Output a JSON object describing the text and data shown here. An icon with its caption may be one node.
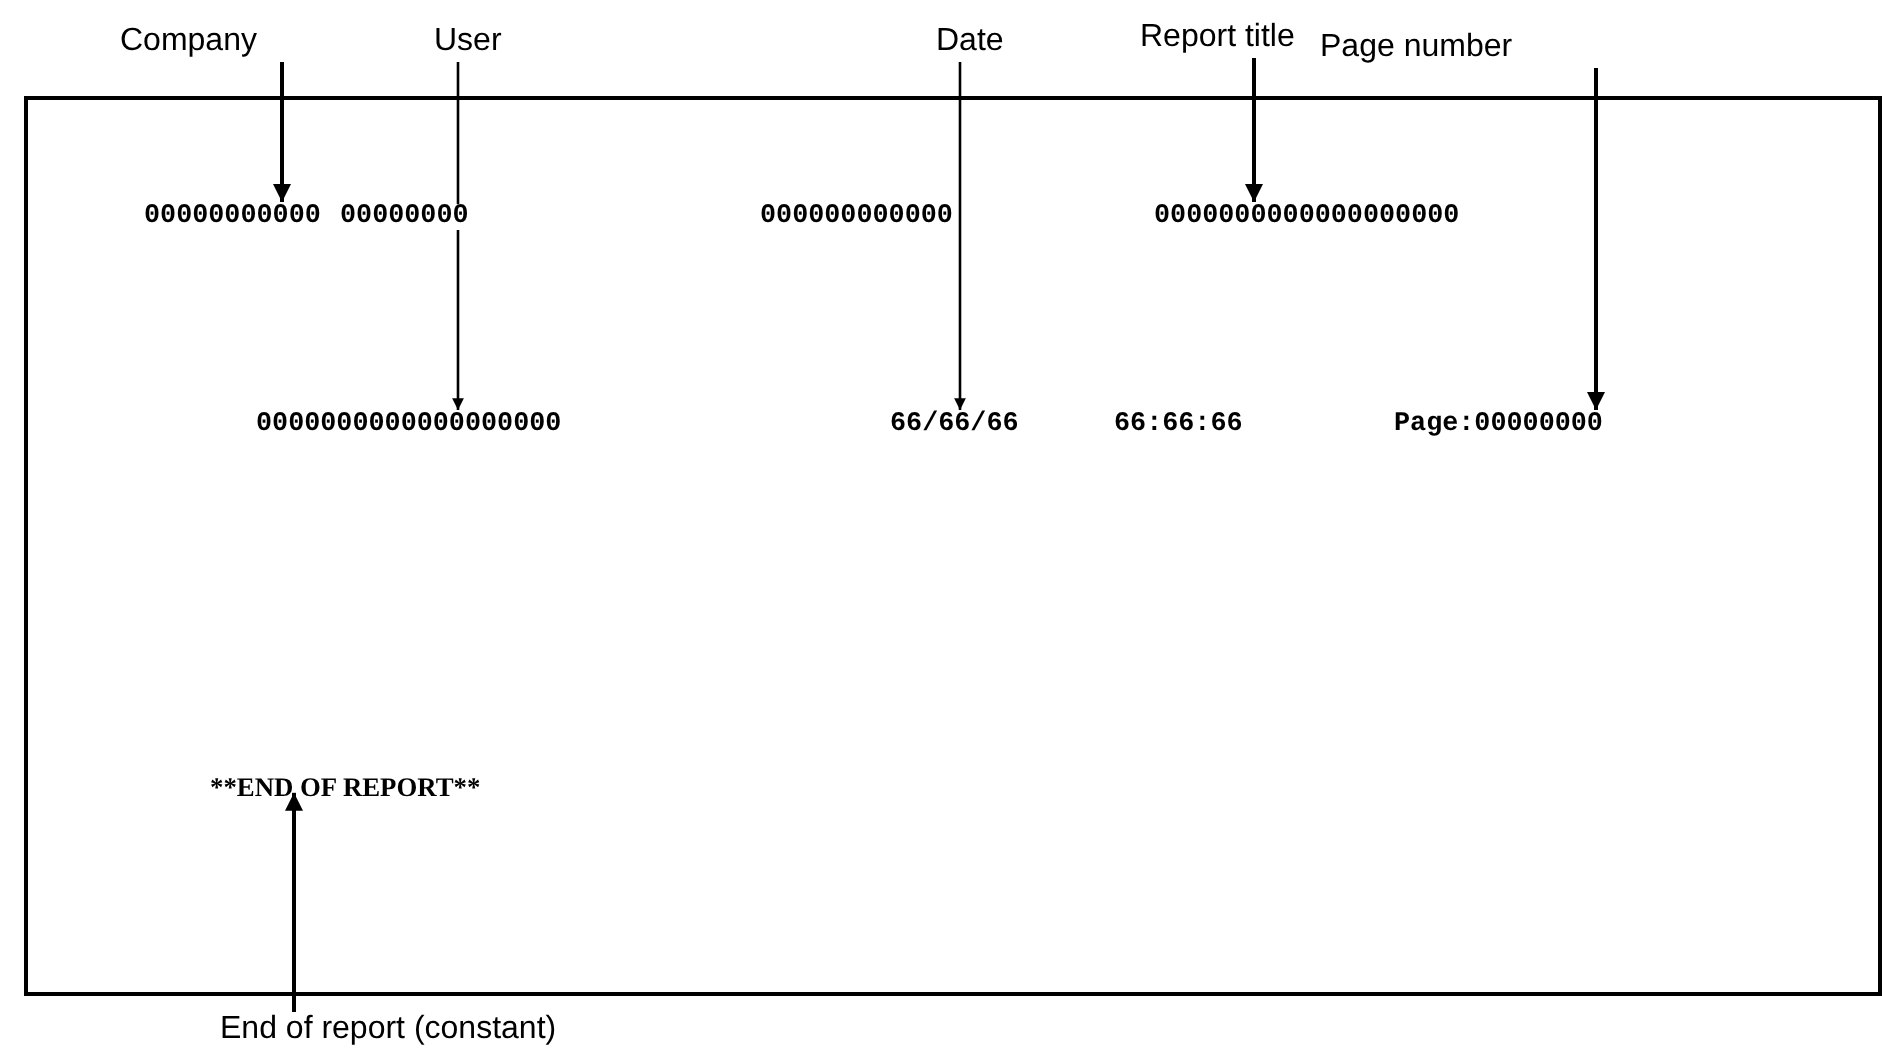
{
  "diagram": {
    "nodes": [
      {
        "text": [
          "Company"
        ]
      },
      {
        "text": [
          "User"
        ]
      },
      {
        "text": [
          "Date"
        ]
      },
      {
        "text": [
          "Report title"
        ]
      },
      {
        "text": [
          "Page number"
        ]
      },
      {
        "text": [],
        "shape": "box"
      },
      {
        "text": [
          "00000000000"
        ],
        "in": 5
      },
      {
        "text": [
          "00000000"
        ],
        "in": 5
      },
      {
        "text": [
          "000000000000"
        ],
        "in": 5
      },
      {
        "text": [
          "0000000000000000000"
        ],
        "in": 5
      },
      {
        "text": [
          "0000000000000000000"
        ],
        "in": 5
      },
      {
        "text": [
          "66/66/66"
        ],
        "in": 5
      },
      {
        "text": [
          "66:66:66"
        ],
        "in": 5
      },
      {
        "text": [
          "Page:00000000"
        ],
        "in": 5
      },
      {
        "text": [
          "**END OF REPORT**"
        ],
        "in": 5
      },
      {
        "text": [
          "End of report (constant)"
        ]
      }
    ],
    "edges": [
      {
        "from": 0,
        "to": 6,
        "arrow": "to"
      },
      {
        "from": 1,
        "to": 10,
        "arrow": "to"
      },
      {
        "from": 2,
        "to": 11,
        "arrow": "to"
      },
      {
        "from": 3,
        "to": 9,
        "arrow": "to"
      },
      {
        "from": 4,
        "to": 13,
        "arrow": "to"
      },
      {
        "from": 15,
        "to": 14,
        "arrow": "to"
      }
    ]
  }
}
